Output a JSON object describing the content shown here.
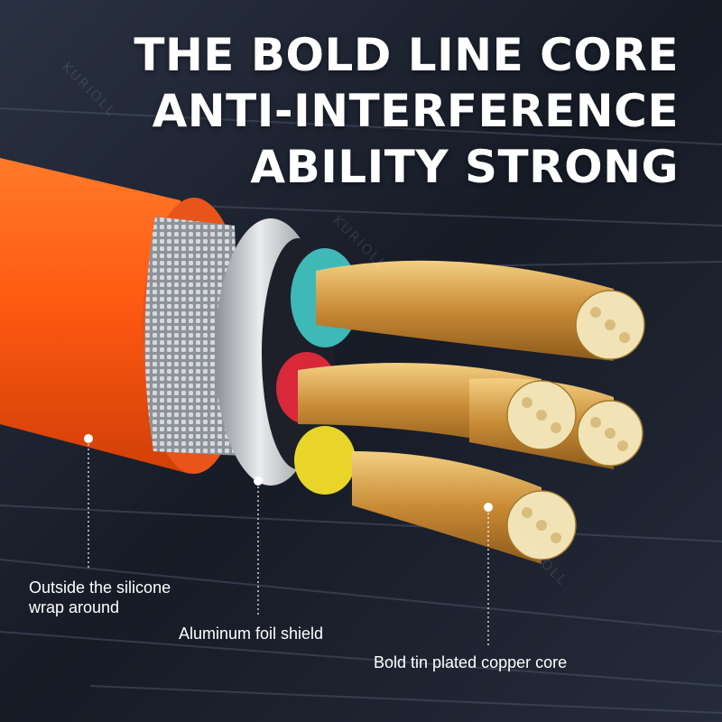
{
  "headline": {
    "line1": "THE BOLD LINE CORE",
    "line2": "ANTI-INTERFERENCE",
    "line3": "ABILITY STRONG"
  },
  "callouts": {
    "silicone_line1": "Outside the silicone",
    "silicone_line2": "wrap around",
    "foil": "Aluminum foil shield",
    "copper": "Bold tin plated copper core"
  },
  "watermark_text": "KURIOLL",
  "colors": {
    "background": "#1c2230",
    "jacket_orange": "#ff5a12",
    "shield_silver": "#c9ccd0",
    "copper": "#d8a44a",
    "wire_teal": "#3fb8b8",
    "wire_red": "#d8283a",
    "wire_yellow": "#e9d52a",
    "text": "#ffffff"
  }
}
